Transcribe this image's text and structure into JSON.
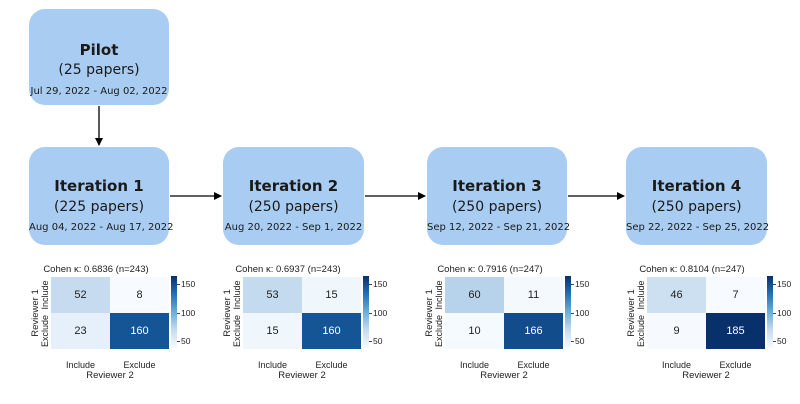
{
  "pilot": {
    "title": "Pilot",
    "count": "(25 papers)",
    "dates": "Jul 29, 2022 - Aug 02, 2022"
  },
  "iterations": [
    {
      "title": "Iteration 1",
      "count": "(225 papers)",
      "dates": "Aug 04, 2022 - Aug 17, 2022"
    },
    {
      "title": "Iteration 2",
      "count": "(250 papers)",
      "dates": "Aug 20, 2022 - Sep 1, 2022"
    },
    {
      "title": "Iteration 3",
      "count": "(250 papers)",
      "dates": "Sep 12, 2022 - Sep 21, 2022"
    },
    {
      "title": "Iteration 4",
      "count": "(250 papers)",
      "dates": "Sep 22, 2022 - Sep 25, 2022"
    }
  ],
  "matrices": [
    {
      "title": "Cohen κ: 0.6836 (n=243)",
      "cells": [
        [
          52,
          8
        ],
        [
          23,
          160
        ]
      ],
      "colorbar_ticks": [
        "150",
        "100",
        "50"
      ]
    },
    {
      "title": "Cohen κ: 0.6937 (n=243)",
      "cells": [
        [
          53,
          15
        ],
        [
          15,
          160
        ]
      ],
      "colorbar_ticks": [
        "150",
        "100",
        "50"
      ]
    },
    {
      "title": "Cohen κ: 0.7916 (n=247)",
      "cells": [
        [
          60,
          11
        ],
        [
          10,
          166
        ]
      ],
      "colorbar_ticks": [
        "150",
        "100",
        "50"
      ]
    },
    {
      "title": "Cohen κ: 0.8104 (n=247)",
      "cells": [
        [
          46,
          7
        ],
        [
          9,
          185
        ]
      ],
      "colorbar_ticks": [
        "150",
        "100",
        "50"
      ]
    }
  ],
  "axes": {
    "xlabel": "Reviewer 2",
    "ylabel": "Reviewer 1",
    "labels": [
      "Include",
      "Exclude"
    ]
  },
  "colorbar_range": [
    8,
    185
  ],
  "colors": {
    "box": "#a9cdf2",
    "arrow": "#000000"
  }
}
